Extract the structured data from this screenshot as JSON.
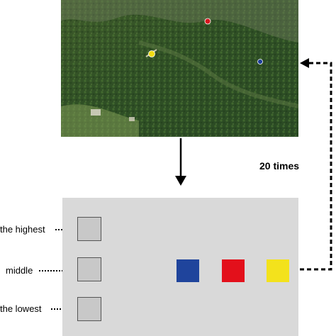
{
  "photo": {
    "markers": [
      {
        "name": "red",
        "color": "#d6171f"
      },
      {
        "name": "yellow",
        "color": "#f0dc14"
      },
      {
        "name": "blue",
        "color": "#1e3f9a"
      }
    ]
  },
  "levels": [
    {
      "label": "the highest"
    },
    {
      "label": "middle"
    },
    {
      "label": "the lowest"
    }
  ],
  "swatches": [
    {
      "color": "#1f449c"
    },
    {
      "color": "#e3101b"
    },
    {
      "color": "#f3e21c"
    }
  ],
  "repeat_label": "20 times"
}
